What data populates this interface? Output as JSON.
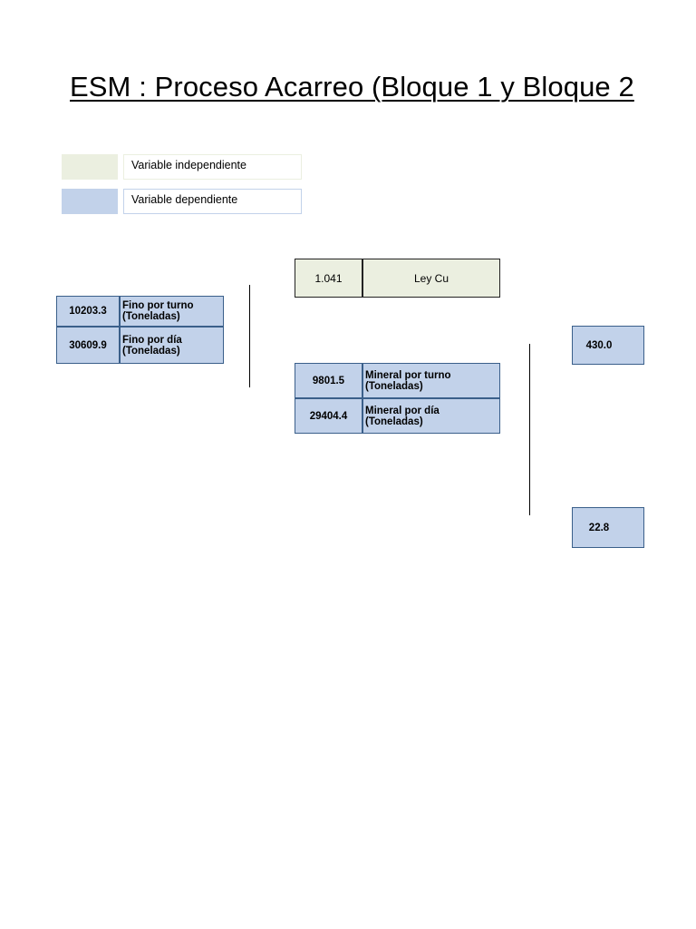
{
  "title": "ESM : Proceso Acarreo (Bloque 1 y Bloque 2",
  "colors": {
    "independent": "#ebefe0",
    "dependent": "#c2d2ea",
    "border_blue": "#3a5f8a"
  },
  "legend": {
    "independent_label": "Variable independiente",
    "dependent_label": "Variable dependiente"
  },
  "ley_cu": {
    "value": "1.041",
    "label": "Ley Cu"
  },
  "fino": {
    "turno_value": "10203.3",
    "turno_label": "Fino por turno (Toneladas)",
    "dia_value": "30609.9",
    "dia_label": "Fino por día (Toneladas)"
  },
  "mineral": {
    "turno_value": "9801.5",
    "turno_label": "Mineral por turno (Toneladas)",
    "dia_value": "29404.4",
    "dia_label": "Mineral por día (Toneladas)"
  },
  "right_values": {
    "top": "430.0",
    "bottom": "22.8"
  }
}
